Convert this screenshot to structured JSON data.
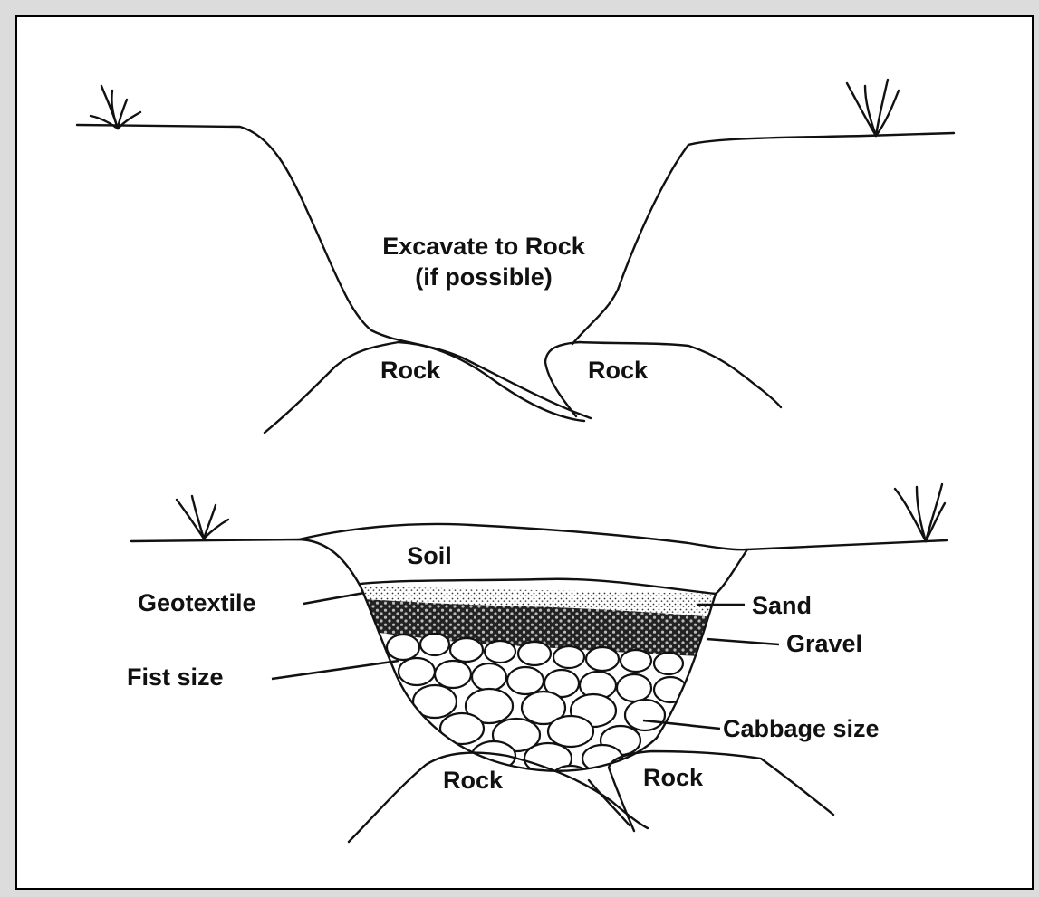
{
  "top_section": {
    "instruction_line1": "Excavate to Rock",
    "instruction_line2": "(if possible)",
    "rock_left": "Rock",
    "rock_right": "Rock"
  },
  "bottom_section": {
    "soil": "Soil",
    "geotextile": "Geotextile",
    "sand": "Sand",
    "gravel": "Gravel",
    "fist_size": "Fist size",
    "cabbage_size": "Cabbage size",
    "rock_left": "Rock",
    "rock_right": "Rock"
  },
  "colors": {
    "background": "#dcdcdc",
    "panel": "#ffffff",
    "ink": "#111111"
  }
}
